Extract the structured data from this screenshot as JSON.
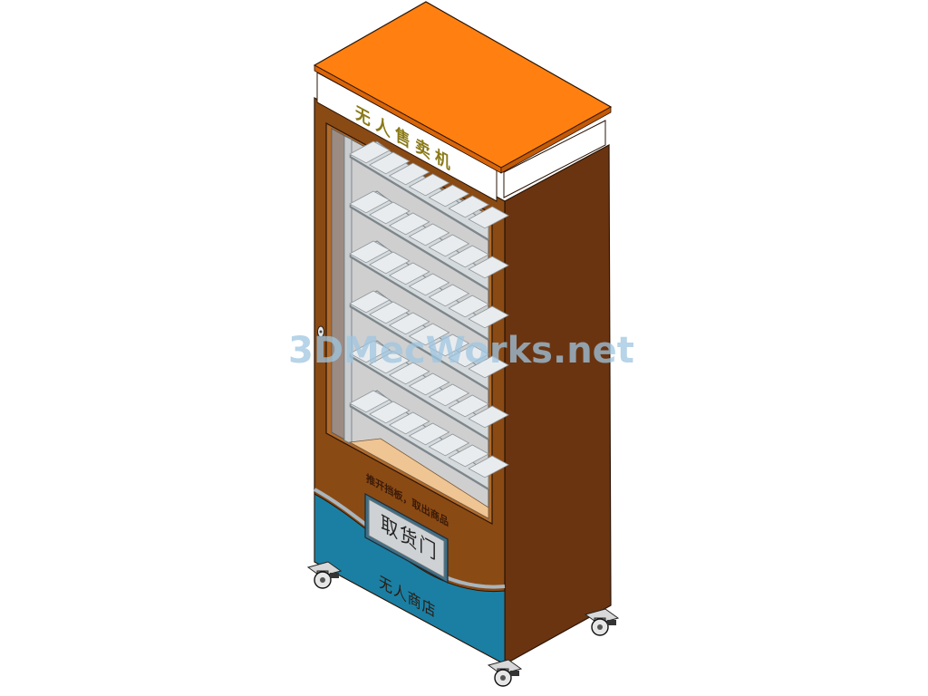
{
  "machine": {
    "header_sign": "无人售卖机",
    "instruction_text": "推开挡板，取出商品",
    "pickup_door_label": "取货门",
    "store_name": "无人商店",
    "shelf_count": 6,
    "slots_per_shelf": 7
  },
  "watermark": "3DMecWorks.net",
  "colors": {
    "top_panel": "#ff8010",
    "cabinet_front": "#8a4a14",
    "cabinet_side": "#6b3410",
    "sign_panel": "#ffffff",
    "sign_text": "#8a7a18",
    "glass": "#dcdcdc",
    "blue_band": "#1b7fa3",
    "pickup_door": "#cfd2d4",
    "watermark": "#9fc6e0"
  },
  "icons": {
    "lock": "door-lock-icon",
    "caster": "caster-wheel-icon"
  }
}
